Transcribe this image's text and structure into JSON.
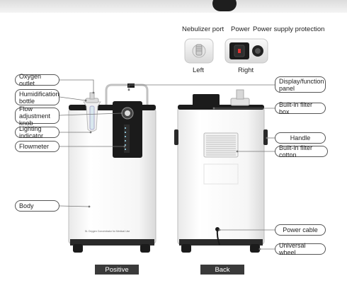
{
  "top_labels": {
    "nebulizer_port": "Nebulizer port",
    "power": "Power",
    "power_supply_protection": "Power supply protection",
    "left": "Left",
    "right": "Right"
  },
  "front_labels": {
    "oxygen_outlet": "Oxygen outlet",
    "humidification_bottle": "Humidification\nbottle",
    "flow_adjustment_knob": "Flow adjustment\nknob",
    "lighting_indicator": "Lighting indicator",
    "flowmeter": "Flowmeter",
    "body": "Body"
  },
  "back_labels": {
    "display_function_panel": "Display/function\npanel",
    "built_in_filter_box": "Built-in filter box",
    "handle": "Handle",
    "built_in_filter_cotton": "Built-in filter cotton",
    "power_cable": "Power cable",
    "universal_wheel": "Universal wheel"
  },
  "captions": {
    "positive": "Positive",
    "back": "Back"
  },
  "device_text": {
    "front_model": "5L Oxygen Concentrator for Medical Use"
  },
  "colors": {
    "callout_border": "#555555",
    "caption_bg": "#3a3a3a",
    "panel_black": "#1b1b1b"
  }
}
